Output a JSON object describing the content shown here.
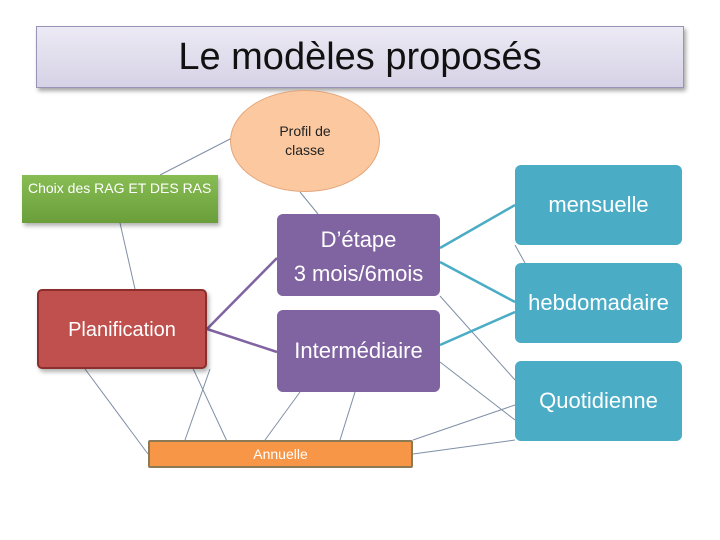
{
  "title": "Le modèles proposés",
  "nodes": {
    "profil_line1": "Profil de",
    "profil_line2": "classe",
    "choix": "Choix des RAG ET DES RAS",
    "planification": "Planification",
    "detape_line1": "D’étape",
    "detape_line2": "3 mois/6mois",
    "intermediaire": "Intermédiaire",
    "mensuelle": "mensuelle",
    "hebdomadaire": "hebdomadaire",
    "quotidienne": "Quotidienne",
    "annuelle": "Annuelle"
  },
  "colors": {
    "profil": "#fbc89f",
    "choix": "#7bb048",
    "planification": "#c0504d",
    "purple": "#8063a1",
    "teal": "#4bacc6",
    "annuelle": "#f79646"
  }
}
